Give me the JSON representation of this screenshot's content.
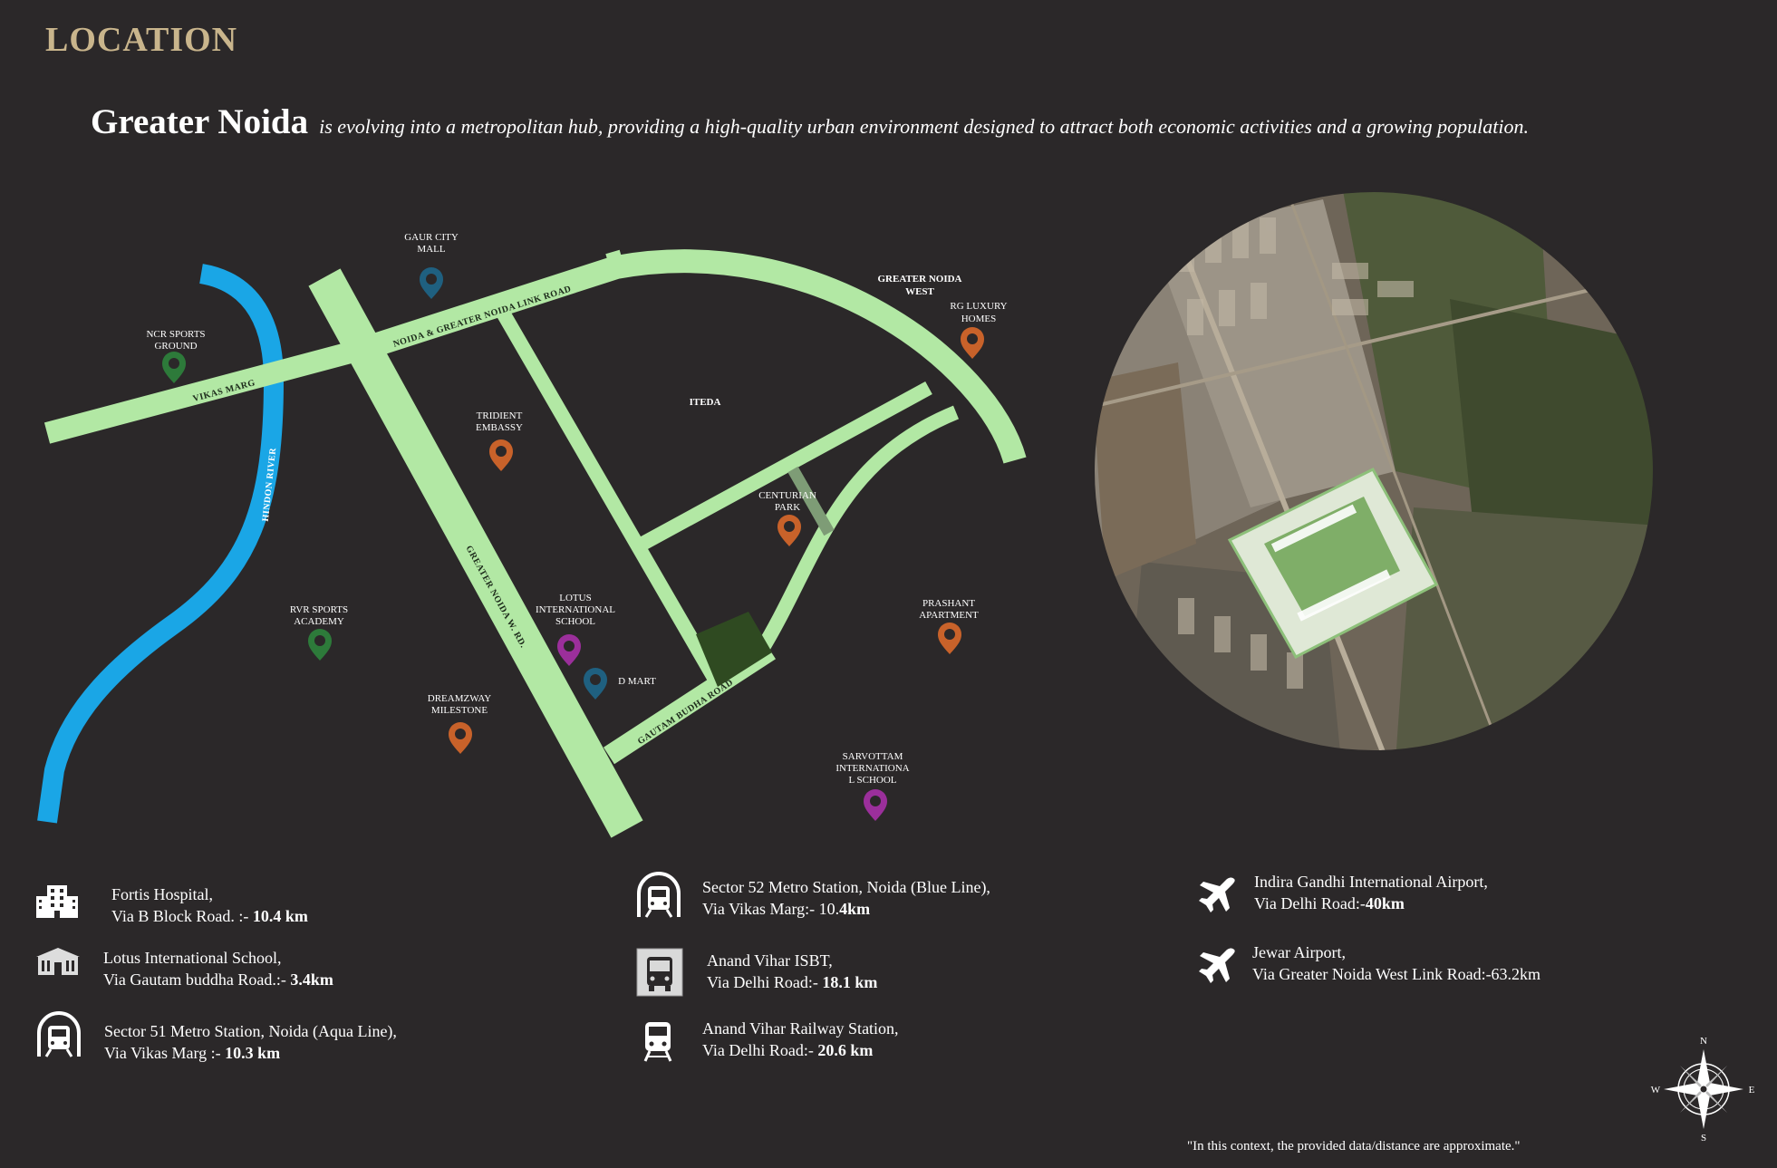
{
  "page": {
    "section_title": "LOCATION",
    "city": "Greater Noida",
    "tagline": "is evolving into a metropolitan hub, providing a high-quality urban environment designed to attract both economic activities and a growing population.",
    "disclaimer": "\"In this context, the provided data/distance are approximate.\""
  },
  "map": {
    "roads": {
      "vikas_marg": "VIKAS MARG",
      "link_road": "NOIDA & GREATER NOIDA LINK ROAD",
      "gnw_road": "GREATER NOIDA W. RD.",
      "gautam_budha_road": "GAUTAM BUDHA ROAD"
    },
    "river": "HINDON RIVER",
    "areas": {
      "gnw_line1": "GREATER NOIDA",
      "gnw_line2": "WEST",
      "iteda": "ITEDA"
    },
    "places": {
      "gaur_city_1": "GAUR CITY",
      "gaur_city_2": "MALL",
      "ncr_sports_1": "NCR SPORTS",
      "ncr_sports_2": "GROUND",
      "rg_luxury_1": "RG LUXURY",
      "rg_luxury_2": "HOMES",
      "trident_1": "TRIDIENT",
      "trident_2": "EMBASSY",
      "centurian_1": "CENTURIAN",
      "centurian_2": "PARK",
      "rvr_1": "RVR SPORTS",
      "rvr_2": "ACADEMY",
      "lotus_1": "LOTUS",
      "lotus_2": "INTERNATIONAL",
      "lotus_3": "SCHOOL",
      "dmart": "D MART",
      "prashant_1": "PRASHANT",
      "prashant_2": "APARTMENT",
      "dreamzway_1": "DREAMZWAY",
      "dreamzway_2": "MILESTONE",
      "sarvottam_1": "SARVOTTAM",
      "sarvottam_2": "INTERNATIONA",
      "sarvottam_3": "L SCHOOL"
    },
    "colors": {
      "road": "#b2e8a4",
      "river": "#1aa6e6",
      "pin_blue": "#1f6080",
      "pin_green": "#2d7a3a",
      "pin_orange": "#c8622a",
      "pin_purple": "#9b2f9b",
      "site": "#2f4a21"
    }
  },
  "connectivity": {
    "fortis": {
      "line1": "Fortis Hospital,",
      "line2_prefix": "Via B Block Road. :- ",
      "line2_value": "10.4 km"
    },
    "lotus": {
      "line1": "Lotus International School,",
      "line2_prefix": "Via Gautam buddha Road.:- ",
      "line2_value": "3.4km"
    },
    "metro51": {
      "line1": "Sector 51 Metro Station, Noida (Aqua Line),",
      "line2_prefix": "Via Vikas Marg :- ",
      "line2_value": "10.3 km"
    },
    "metro52": {
      "line1": "Sector 52 Metro Station, Noida (Blue Line),",
      "line2_prefix": "Via Vikas Marg:- 10.",
      "line2_value": "4km"
    },
    "isbt": {
      "line1": "Anand Vihar ISBT,",
      "line2_prefix": "Via Delhi Road:- ",
      "line2_value": "18.1 km"
    },
    "railway": {
      "line1": "Anand Vihar Railway Station,",
      "line2_prefix": "Via Delhi Road:- ",
      "line2_value": "20.6 km"
    },
    "igi": {
      "line1": "Indira Gandhi International Airport,",
      "line2_prefix": "Via Delhi Road:-",
      "line2_value": "40km"
    },
    "jewar": {
      "line1": "Jewar Airport,",
      "line2_prefix": "Via Greater Noida West Link Road:-63.2km",
      "line2_value": ""
    }
  },
  "compass": {
    "n": "N",
    "s": "S",
    "e": "E",
    "w": "W"
  }
}
